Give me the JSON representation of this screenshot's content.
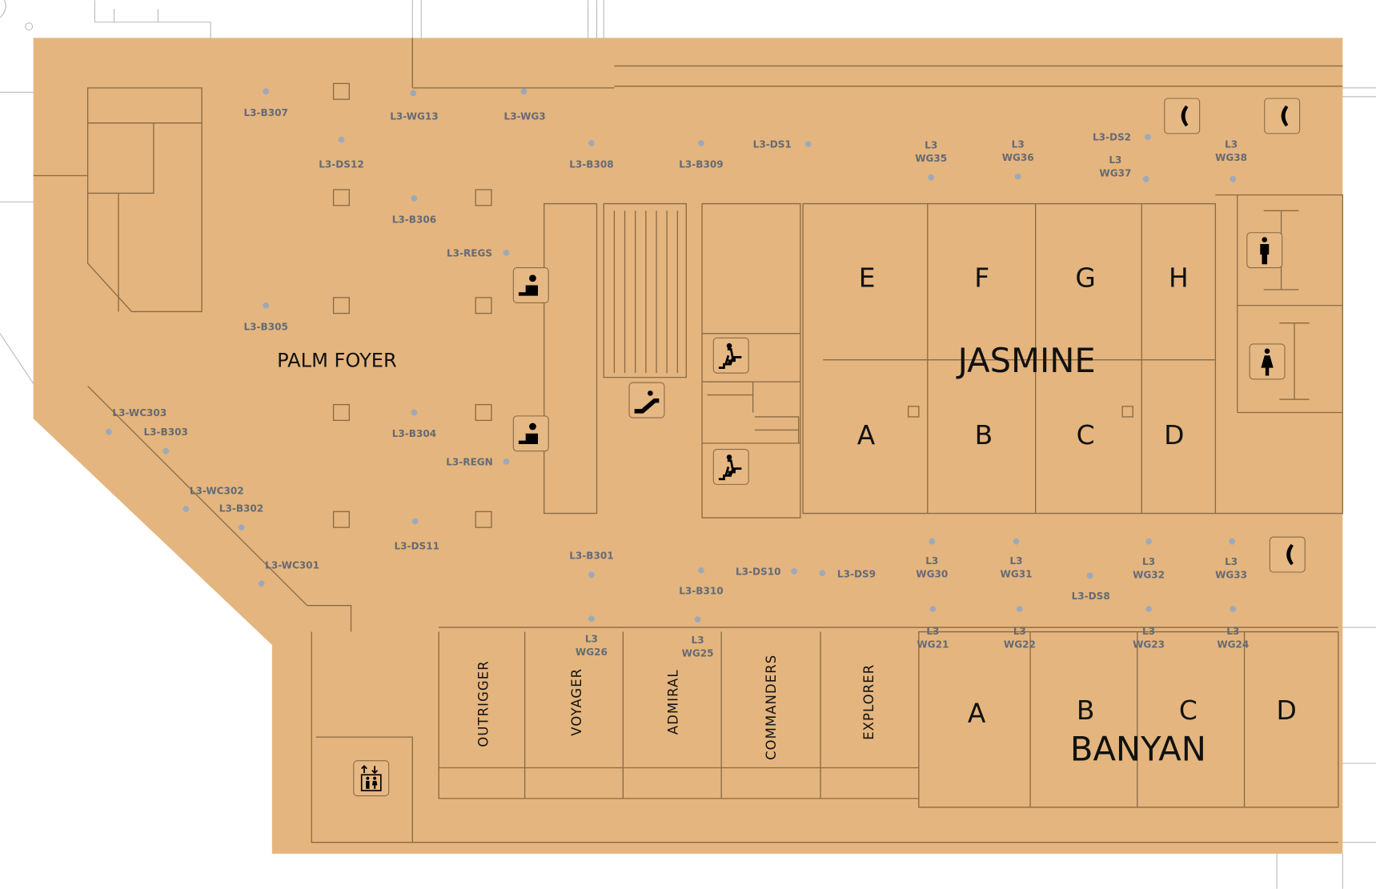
{
  "map": {
    "fill_color": "#E4B57E",
    "areas": {
      "palm_foyer": "PALM FOYER",
      "jasmine": "JASMINE",
      "banyan": "BANYAN",
      "jasmine_sections": [
        "E",
        "F",
        "G",
        "H",
        "A",
        "B",
        "C",
        "D"
      ],
      "banyan_sections": [
        "A",
        "B",
        "C",
        "D"
      ],
      "breakout_rooms": [
        "OUTRIGGER",
        "VOYAGER",
        "ADMIRAL",
        "COMMANDERS",
        "EXPLORER"
      ]
    },
    "sensors": {
      "b307": "L3-B307",
      "wg13": "L3-WG13",
      "wg3": "L3-WG3",
      "ds12": "L3-DS12",
      "b308": "L3-B308",
      "b309": "L3-B309",
      "ds1": "L3-DS1",
      "ds2": "L3-DS2",
      "b306": "L3-B306",
      "regs": "L3-REGS",
      "b305": "L3-B305",
      "wc303": "L3-WC303",
      "b303": "L3-B303",
      "b304": "L3-B304",
      "regn": "L3-REGN",
      "wc302": "L3-WC302",
      "b302": "L3-B302",
      "ds11": "L3-DS11",
      "b301": "L3-B301",
      "wc301": "L3-WC301",
      "ds10": "L3-DS10",
      "b310": "L3-B310",
      "ds9": "L3-DS9",
      "ds8": "L3-DS8",
      "wg35": {
        "l1": "L3",
        "l2": "WG35"
      },
      "wg36": {
        "l1": "L3",
        "l2": "WG36"
      },
      "wg37": {
        "l1": "L3",
        "l2": "WG37"
      },
      "wg38": {
        "l1": "L3",
        "l2": "WG38"
      },
      "wg30": {
        "l1": "L3",
        "l2": "WG30"
      },
      "wg31": {
        "l1": "L3",
        "l2": "WG31"
      },
      "wg32": {
        "l1": "L3",
        "l2": "WG32"
      },
      "wg33": {
        "l1": "L3",
        "l2": "WG33"
      },
      "wg21": {
        "l1": "L3",
        "l2": "WG21"
      },
      "wg22": {
        "l1": "L3",
        "l2": "WG22"
      },
      "wg23": {
        "l1": "L3",
        "l2": "WG23"
      },
      "wg24": {
        "l1": "L3",
        "l2": "WG24"
      },
      "wg25": {
        "l1": "L3",
        "l2": "WG25"
      },
      "wg26": {
        "l1": "L3",
        "l2": "WG26"
      }
    },
    "icons": [
      "registration-desk",
      "escalator",
      "stairs",
      "telephone",
      "mens-restroom",
      "womens-restroom",
      "elevator"
    ]
  }
}
